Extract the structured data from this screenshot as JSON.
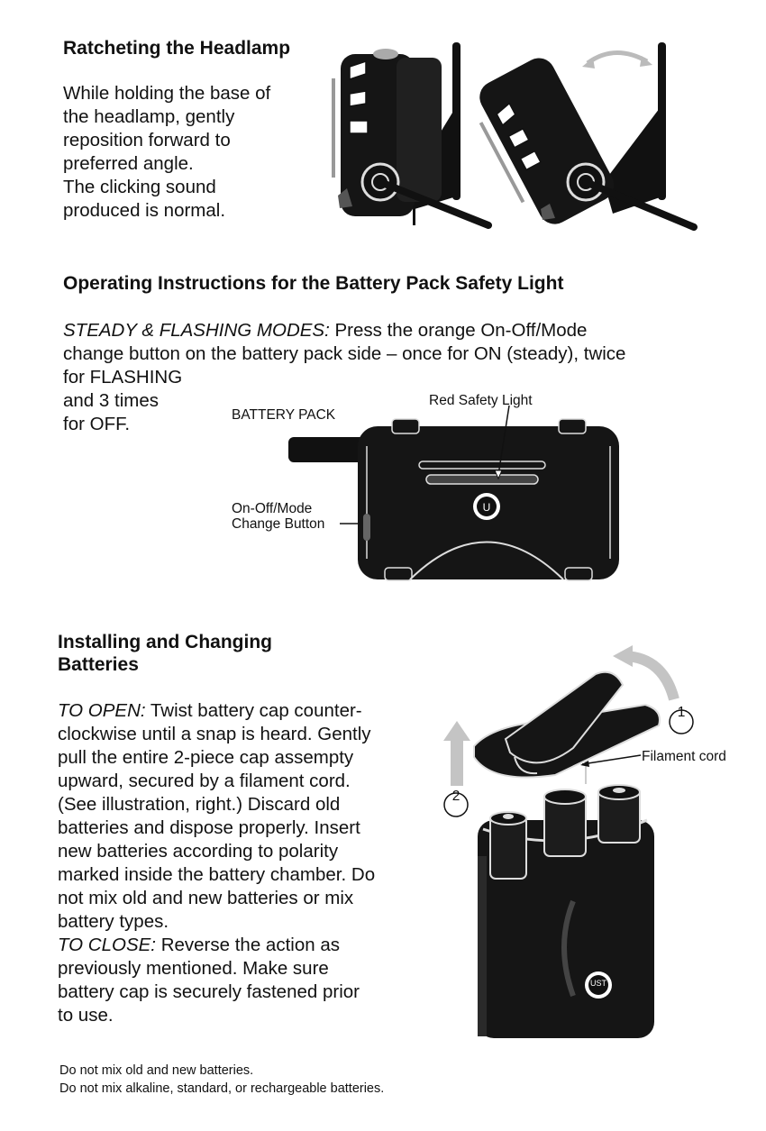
{
  "section1": {
    "title": "Ratcheting the Headlamp",
    "lines": [
      "While holding the base of",
      "the headlamp, gently",
      "reposition forward to",
      "preferred angle.",
      "The clicking sound",
      "produced is normal."
    ]
  },
  "section2": {
    "title": "Operating Instructions for the Battery Pack Safety Light",
    "mode_label": "STEADY & FLASHING MODES:",
    "line1_rest": " Press the orange On-Off/Mode",
    "line2": "change button on the battery pack side – once for ON (steady), twice",
    "line3": "for FLASHING",
    "line4": "and 3 times",
    "line5": "for OFF.",
    "labels": {
      "battery_pack": "BATTERY PACK",
      "red_safety_light": "Red Safety Light",
      "button_line1": "On-Off/Mode",
      "button_line2": "Change Button"
    }
  },
  "section3": {
    "title_line1": "Installing and Changing",
    "title_line2": "Batteries",
    "open_label": "TO OPEN:",
    "open_lines": [
      " Twist battery cap counter-",
      "clockwise until a snap is heard. Gently",
      "pull the entire 2-piece cap assempty",
      "upward, secured by a filament cord.",
      "(See illustration, right.) Discard old",
      "batteries and dispose properly. Insert",
      "new batteries according to polarity",
      "marked inside the battery chamber. Do",
      "not mix old and new batteries or mix",
      "battery types."
    ],
    "close_label": "TO CLOSE:",
    "close_lines": [
      " Reverse the action as",
      "previously mentioned. Make sure",
      "battery cap is securely fastened prior",
      "to use."
    ],
    "labels": {
      "step1": "1",
      "step2": "2",
      "filament_cord": "Filament cord",
      "logo": "UST"
    }
  },
  "notes": [
    "Do not mix old and new batteries.",
    "Do not mix alkaline, standard, or rechargeable batteries."
  ],
  "colors": {
    "text": "#111111",
    "device": "#161616",
    "arrow_gray": "#bdbdbd"
  }
}
